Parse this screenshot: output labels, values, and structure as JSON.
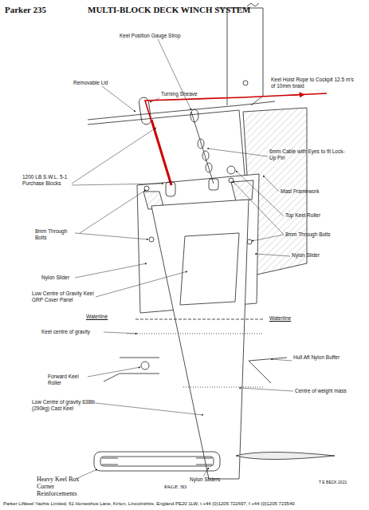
{
  "diagram": {
    "title": "MULTI-BLOCK DECK WINCH SYSTEM",
    "caption": "Parker Liftkeel Yachts Limited, 61 Horseshoe Lane, Kirton, Lincolnshire, England PE20 1LW, t +44 (0)1205 722697, f +44 (0)1205 723549",
    "labels": [
      "Parker 235",
      "Keel Position Gauge Strop",
      "Removable Lid",
      "Turning Sheave",
      "Keel Hoist Rope to Cockpit 12.5 m's of 10mm braid",
      "6mm Cable with Eyes to fit Lock-Up Pin",
      "Mast Framework",
      "1200 LB S.W.L. 5-1 Purchase Blocks",
      "Top Keel Roller",
      "8mm Through Bolts",
      "8mm Through Bolts",
      "Nylon Slider",
      "Nylon Slider",
      "Low Centre of Gravity Keel GRP Cover Panel",
      "Waterline",
      "Waterline",
      "Keel centre of gravity",
      "Hull Aft Nylon Buffer",
      "Forward Keel Roller",
      "Centre of weight mass",
      "Low Centre of gravity 638lb (290kg) Cast Keel",
      "Heavy Keel Box Corner Reinforcements",
      "Nylon Sliders",
      "PAGE 3D",
      "T E BECK 2021"
    ]
  }
}
